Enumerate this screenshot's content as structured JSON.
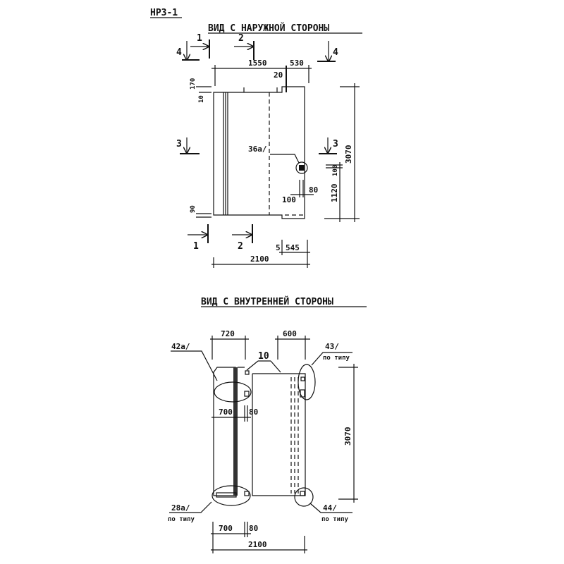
{
  "sheet_code": "НРЗ-1",
  "outer_view": {
    "title": "ВИД С НАРУЖНОЙ СТОРОНЫ",
    "sections": {
      "s1": "1",
      "s2": "2",
      "s3": "3",
      "s4": "4"
    },
    "dims": {
      "d1550": "1550",
      "d530": "530",
      "d20": "20",
      "d170": "170",
      "d10": "10",
      "d90": "90",
      "d3070": "3070",
      "d100v": "100",
      "d1120": "1120",
      "d100h": "100",
      "d80": "80",
      "d5": "5",
      "d545": "545",
      "d2100": "2100"
    },
    "callouts": {
      "c36a": "36а/"
    }
  },
  "inner_view": {
    "title": "ВИД С ВНУТРЕННЕЙ СТОРОНЫ",
    "dims": {
      "d720": "720",
      "d600": "600",
      "d10": "10",
      "d700a": "700",
      "d80a": "80",
      "d3070": "3070",
      "d700b": "700",
      "d80b": "80",
      "d2100": "2100"
    },
    "callouts": {
      "c42a": "42а/",
      "c43": "43/",
      "c43note": "по типу",
      "c28a": "28а/",
      "c28note": "по типу",
      "c44": "44/",
      "c44note": "по типу"
    }
  }
}
